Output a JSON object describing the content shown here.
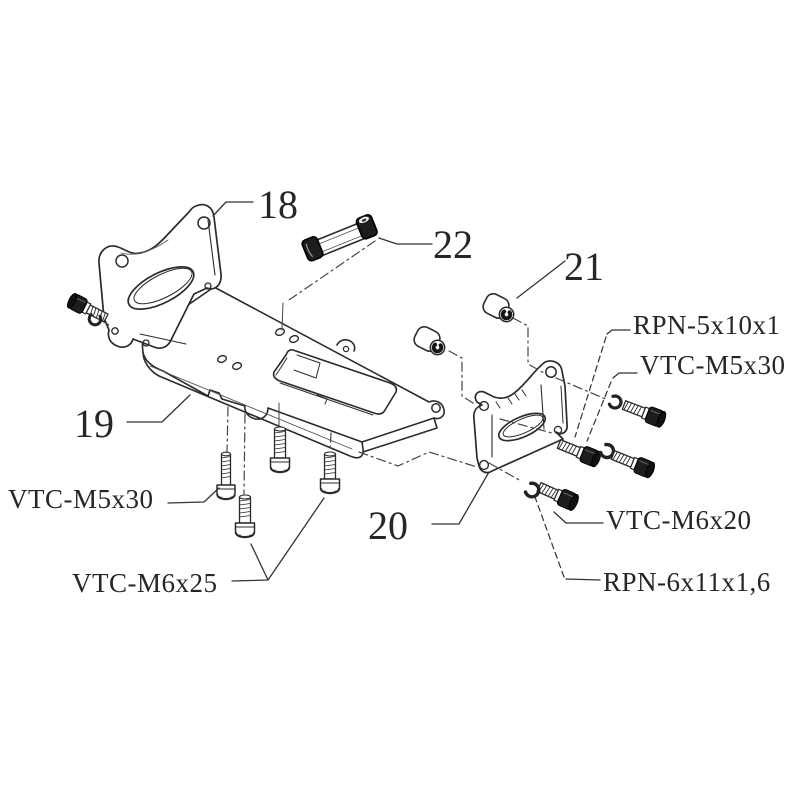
{
  "canvas": {
    "background": "#ffffff",
    "line_color": "#2b2b2b",
    "dark_fill": "#1d1d1d"
  },
  "part_numbers": {
    "n18": "18",
    "n19": "19",
    "n20": "20",
    "n21": "21",
    "n22": "22"
  },
  "fastener_callouts": {
    "rpn_5x10x1": "RPN-5x10x1",
    "vtc_m5x30_right": "VTC-M5x30",
    "vtc_m6x20": "VTC-M6x20",
    "rpn_6x11x1_6": "RPN-6x11x1,6",
    "vtc_m5x30_left": "VTC-M5x30",
    "vtc_m6x25": "VTC-M6x25"
  }
}
